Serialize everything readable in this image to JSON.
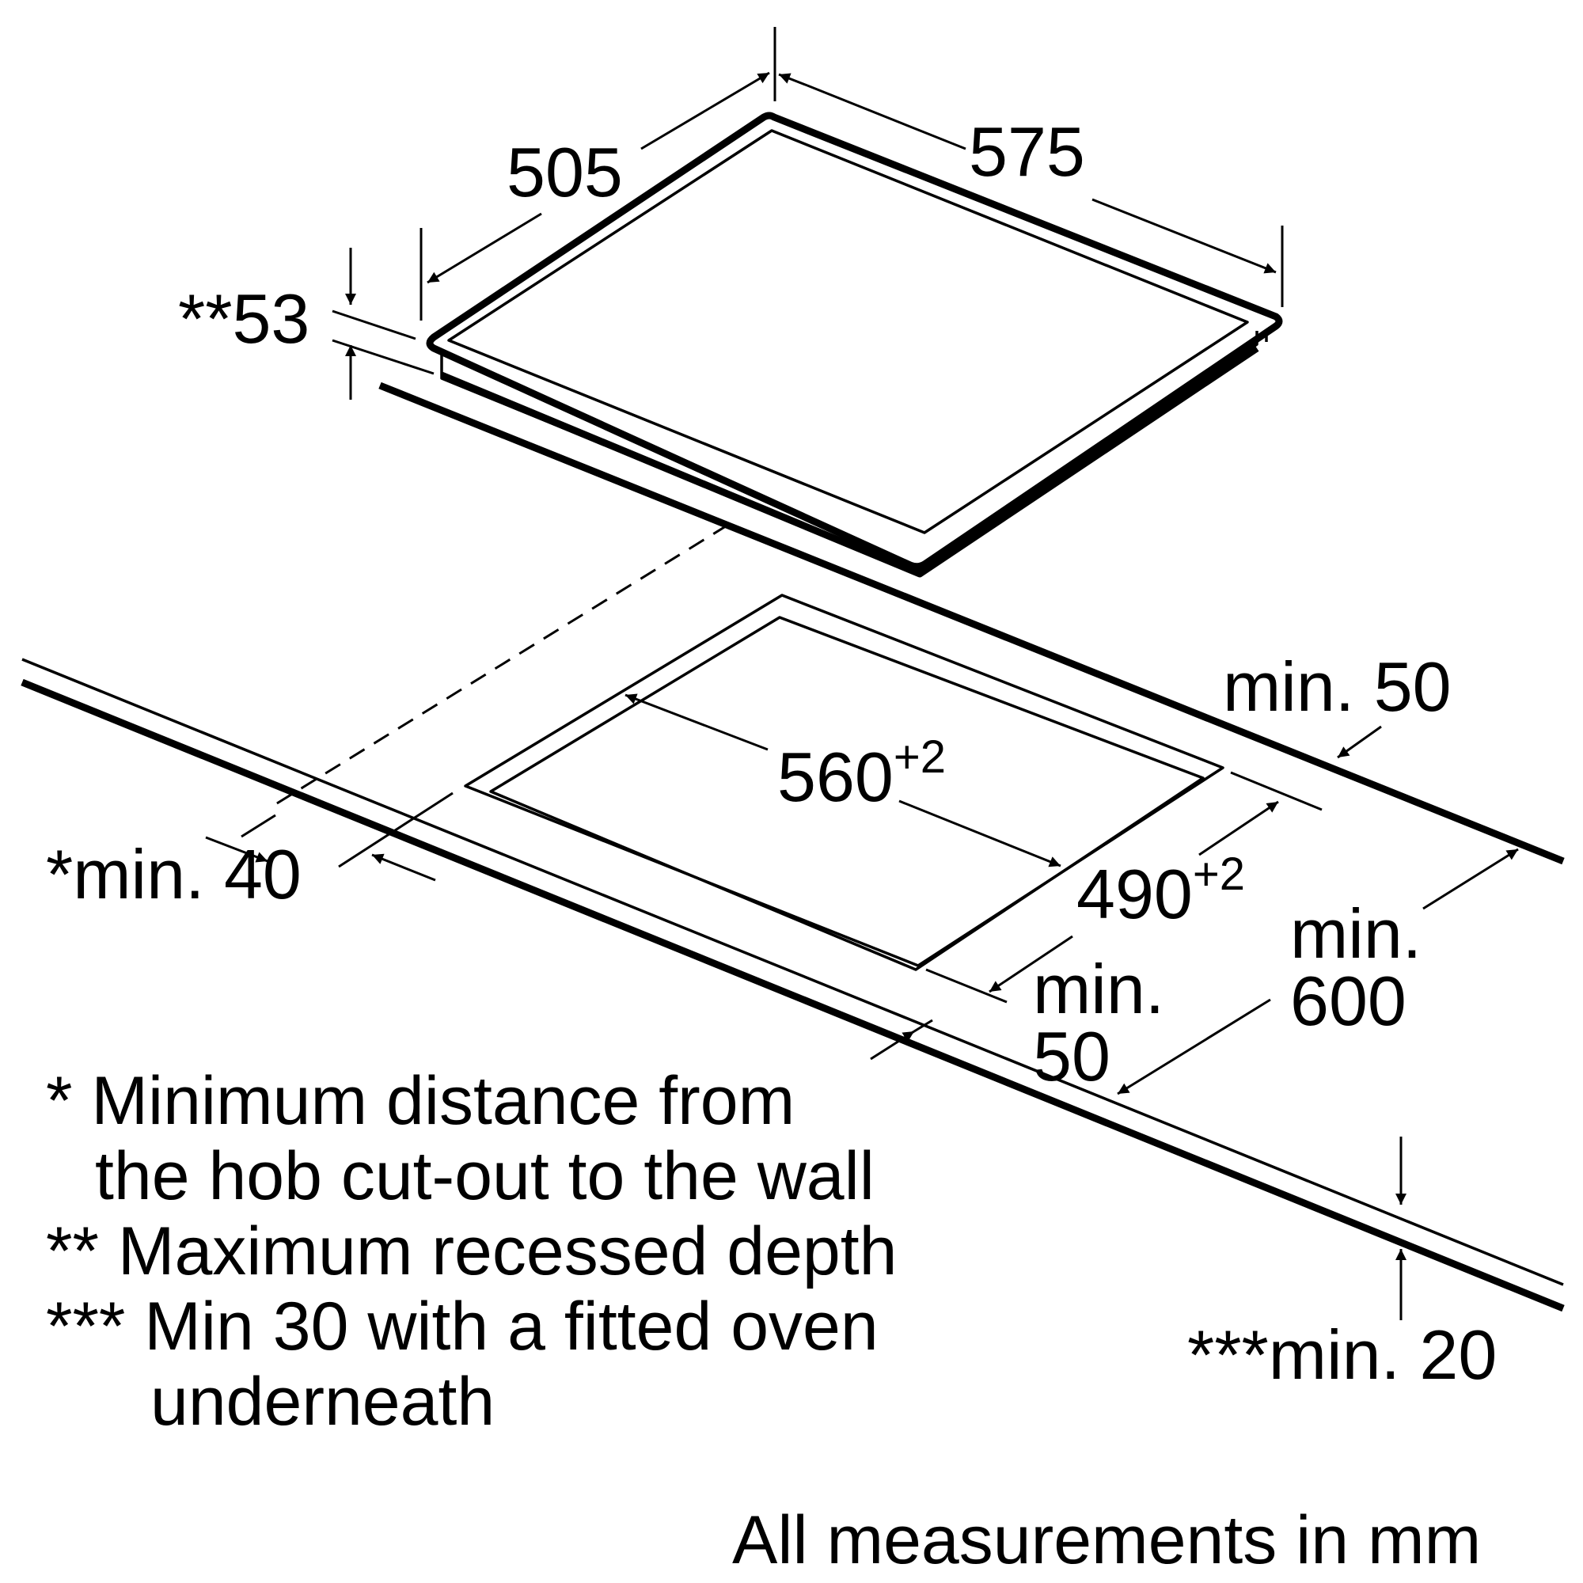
{
  "dimensions": {
    "width": "575",
    "depth": "505",
    "height": "**53",
    "cutout_width": "560",
    "cutout_width_tol": "+2",
    "cutout_depth": "490",
    "cutout_depth_tol": "+2",
    "back_clearance": "min. 50",
    "wall_distance": "*min. 40",
    "front_clearance_line1": "min.",
    "front_clearance_line2": "50",
    "worktop_depth_line1": "min.",
    "worktop_depth_line2": "600",
    "worktop_thickness": "***min. 20"
  },
  "notes": {
    "note1_line1": "* Minimum distance from",
    "note1_line2": "the hob cut-out to the wall",
    "note2": "** Maximum recessed depth",
    "note3_line1": "*** Min 30 with a fitted oven",
    "note3_line2": "underneath"
  },
  "footer": "All measurements in mm"
}
